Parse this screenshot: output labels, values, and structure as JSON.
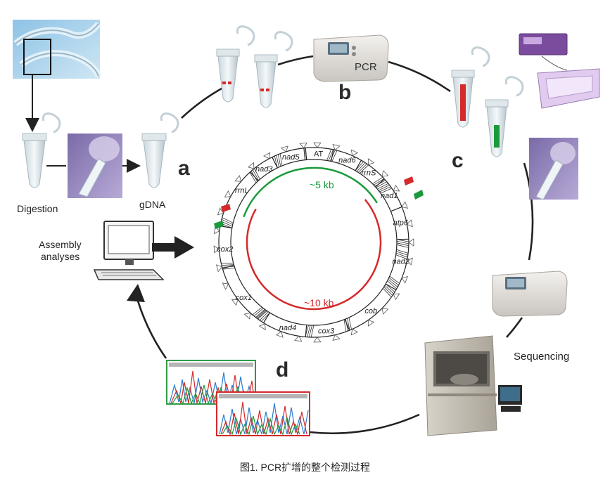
{
  "steps": {
    "a": "a",
    "b": "b",
    "c": "c",
    "d": "d"
  },
  "labels": {
    "digestion": "Digestion",
    "gdna": "gDNA",
    "assembly_line1": "Assembly",
    "assembly_line2": "analyses",
    "sequencing": "Sequencing",
    "pcr_device": "PCR"
  },
  "mito_map": {
    "genes": [
      "AT",
      "nad6",
      "rrnS",
      "nad1",
      "atp6",
      "nad2",
      "cob",
      "cox3",
      "nad4",
      "cox1",
      "cox2",
      "rrnL",
      "nad3",
      "nad5"
    ],
    "amplicon_short": "~5 kb",
    "amplicon_long": "~10 kb"
  },
  "colors": {
    "short_amplicon": "#1a9a3c",
    "long_amplicon": "#d42a2a",
    "cycle": "#222222"
  },
  "caption": "图1. PCR扩增的整个检测过程"
}
